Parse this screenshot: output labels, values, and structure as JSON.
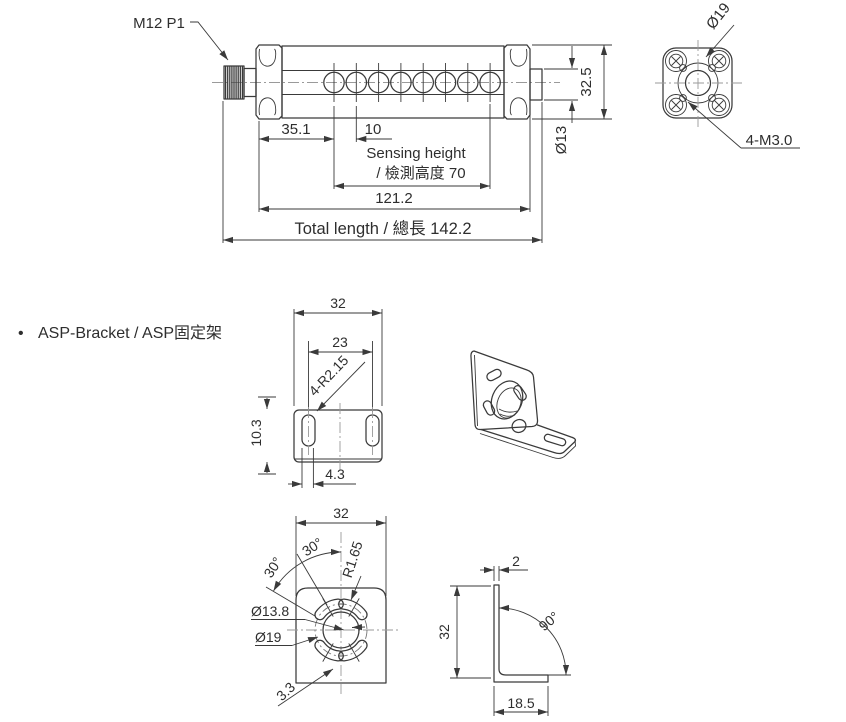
{
  "sensor": {
    "connector_label": "M12 P1",
    "dim_height": "32.5",
    "dim_shaft_dia": "Ø13",
    "dim_offset": "35.1",
    "dim_pitch": "10",
    "sensing_line1": "Sensing height",
    "sensing_line2": "/ 檢測高度 70",
    "dim_body_length": "121.2",
    "dim_total_length": "Total length / 總長 142.2",
    "beam_count": 8,
    "end_view": {
      "dim_collar_dia": "Ø19",
      "dim_screws": "4-M3.0"
    }
  },
  "bracket": {
    "title_bullet": "•",
    "title": "ASP-Bracket / ASP固定架",
    "top_view": {
      "dim_width": "32",
      "dim_slot_spacing": "23",
      "dim_slot_radius": "4-R2.15",
      "dim_depth": "10.3",
      "dim_slot_width": "4.3"
    },
    "front_view": {
      "dim_width": "32",
      "dim_angle1": "30°",
      "dim_angle2": "30°",
      "dim_slot_end_radius": "R1.65",
      "dim_bore": "Ø13.8",
      "dim_bolt_circle": "Ø19",
      "dim_offset": "3.3"
    },
    "side_view": {
      "dim_thickness": "2",
      "dim_height": "32",
      "dim_angle": "90°",
      "dim_base": "18.5"
    }
  }
}
